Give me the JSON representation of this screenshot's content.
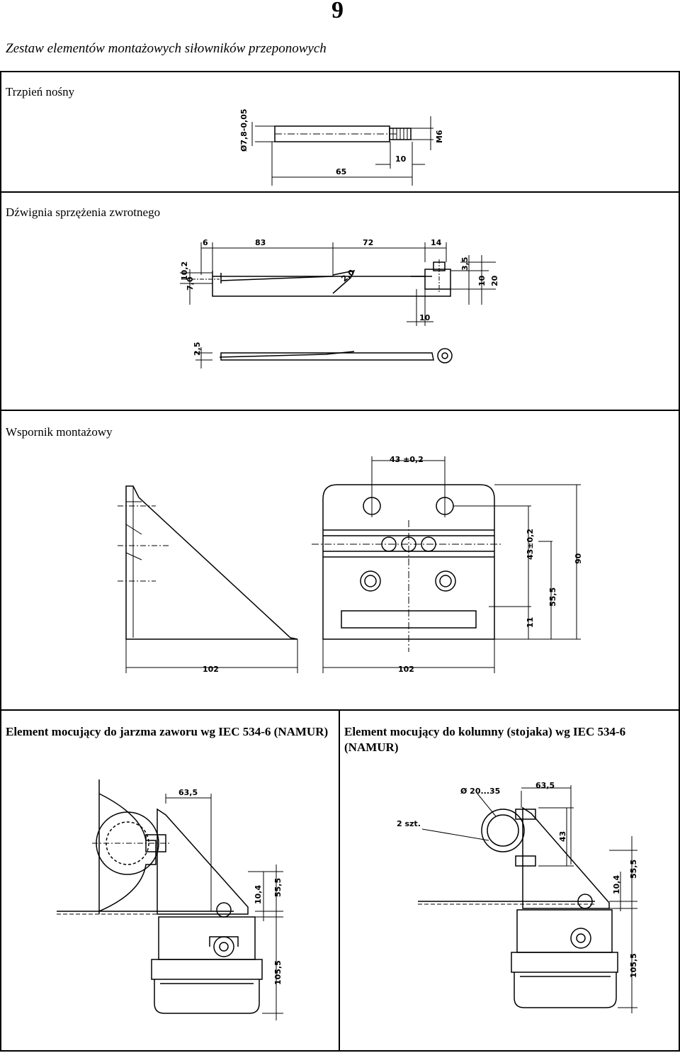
{
  "page_number": "9",
  "doc_title": "Zestaw elementów montażowych siłowników przeponowych",
  "sections": {
    "pin": {
      "title": "Trzpień nośny",
      "dims": {
        "diameter": "Ø7,8-0,05",
        "thread": "M6",
        "thread_len": "10",
        "length": "65"
      }
    },
    "lever": {
      "title": "Dźwignia sprzężenia zwrotnego",
      "dims": {
        "d6": "6",
        "d83": "83",
        "d72": "72",
        "d14": "14",
        "d35": "3,5",
        "d10v": "10",
        "d20": "20",
        "d10h": "10",
        "d25": "2,5",
        "d102": "10,2",
        "d70": "7,0",
        "slot": "2,0"
      }
    },
    "bracket": {
      "title": "Wspornik montażowy",
      "dims": {
        "hole_spacing": "43 ±0,2",
        "vert_spacing": "43±0,2",
        "height": "90",
        "mid": "55,5",
        "bottom": "11",
        "width_side": "102",
        "width_front": "102"
      }
    },
    "yoke": {
      "title": "Element mocujący do jarzma zaworu wg IEC 534-6 (NAMUR)",
      "dims": {
        "d635": "63,5",
        "d555": "55,5",
        "d104": "10,4",
        "d1055": "105,5"
      }
    },
    "column": {
      "title": "Element mocujący do kolumny (stojaka) wg IEC 534-6 (NAMUR)",
      "dims": {
        "diam": "Ø 20...35",
        "d635": "63,5",
        "d43": "43",
        "d104": "10,4",
        "d555": "55,5",
        "d1055": "105,5"
      },
      "note": "2 szt."
    }
  }
}
